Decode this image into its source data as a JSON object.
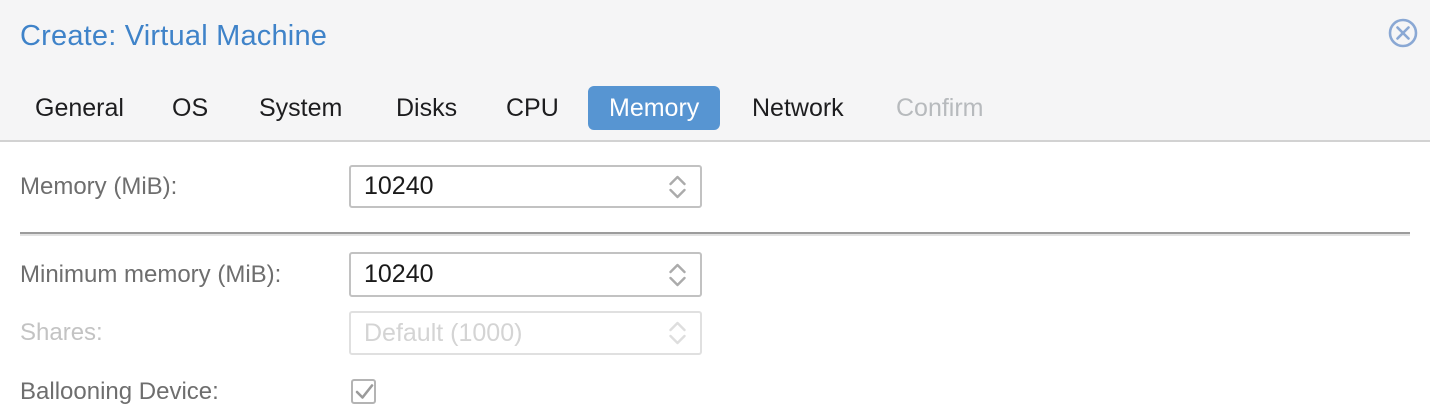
{
  "window": {
    "title": "Create: Virtual Machine",
    "close_icon": "circled-x"
  },
  "tabs": [
    {
      "label": "General",
      "state": "normal"
    },
    {
      "label": "OS",
      "state": "normal"
    },
    {
      "label": "System",
      "state": "normal"
    },
    {
      "label": "Disks",
      "state": "normal"
    },
    {
      "label": "CPU",
      "state": "normal"
    },
    {
      "label": "Memory",
      "state": "active"
    },
    {
      "label": "Network",
      "state": "normal"
    },
    {
      "label": "Confirm",
      "state": "disabled"
    }
  ],
  "form": {
    "memory": {
      "label": "Memory (MiB):",
      "value": "10240"
    },
    "min_memory": {
      "label": "Minimum memory (MiB):",
      "value": "10240"
    },
    "shares": {
      "label": "Shares:",
      "placeholder": "Default (1000)",
      "disabled": true
    },
    "ballooning": {
      "label": "Ballooning Device:",
      "checked": true
    }
  },
  "colors": {
    "header_bg": "#f5f5f6",
    "title_text": "#3f83c9",
    "active_tab_bg": "#5795d2",
    "disabled_text": "#b7babd",
    "label_text": "#6e6e6e",
    "separator": "#9c9c9c"
  }
}
